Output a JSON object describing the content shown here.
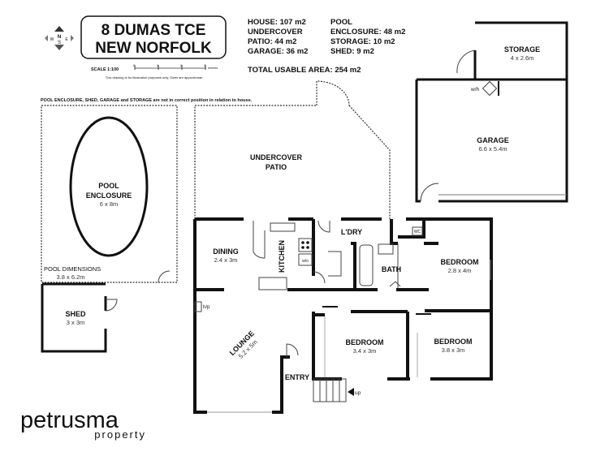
{
  "title": {
    "line1": "8 DUMAS TCE",
    "line2": "NEW NORFOLK"
  },
  "compass": {
    "n": "N",
    "s": "S",
    "e": "E",
    "w": "W"
  },
  "scale": {
    "label": "SCALE 1:100",
    "ticks": [
      "0",
      "1",
      "2",
      "3"
    ],
    "unit": "metres",
    "disclaimer": "This drawing is for illustration purposes only. Sizes are approximate."
  },
  "areas": {
    "col1": [
      "HOUSE: 107 m2",
      "UNDERCOVER",
      "PATIO: 44 m2",
      "GARAGE: 36 m2"
    ],
    "col2": [
      "POOL",
      "ENCLOSURE: 48 m2",
      "STORAGE: 10 m2",
      "SHED: 9 m2"
    ],
    "total": "TOTAL USABLE AREA: 254 m2"
  },
  "note": "POOL ENCLOSURE, SHED, GARAGE and STORAGE are not in correct position in relation to house.",
  "rooms": {
    "pool": {
      "name1": "POOL",
      "name2": "ENCLOSURE",
      "dim": "6 x 8m",
      "pool_dim_label": "POOL DIMENSIONS",
      "pool_dim": "3.8 x 6.2m"
    },
    "shed": {
      "name": "SHED",
      "dim": "3 x 3m"
    },
    "storage": {
      "name": "STORAGE",
      "dim": "4 x 2.6m"
    },
    "garage": {
      "name": "GARAGE",
      "dim": "6.6 x 5.4m",
      "wh": "w/h"
    },
    "patio": {
      "name1": "UNDERCOVER",
      "name2": "PATIO"
    },
    "dining": {
      "name": "DINING",
      "dim": "2.4 x 3m"
    },
    "kitchen": {
      "name": "KITCHEN",
      "wo": "w/o"
    },
    "laundry": {
      "name": "L'DRY"
    },
    "wc": {
      "name": "WC"
    },
    "bath": {
      "name": "BATH"
    },
    "bedroom1": {
      "name": "BEDROOM",
      "dim": "2.8 x 4m"
    },
    "lounge": {
      "name": "LOUNGE",
      "dim": "5.2 x 5m",
      "hp": "h/p"
    },
    "bedroom2": {
      "name": "BEDROOM",
      "dim": "3.4 x 3m"
    },
    "bedroom3": {
      "name": "BEDROOM",
      "dim": "3.8 x 3m"
    },
    "entry": {
      "name": "ENTRY",
      "up": "up"
    }
  },
  "logo": {
    "name": "petrusma",
    "sub": "property"
  }
}
